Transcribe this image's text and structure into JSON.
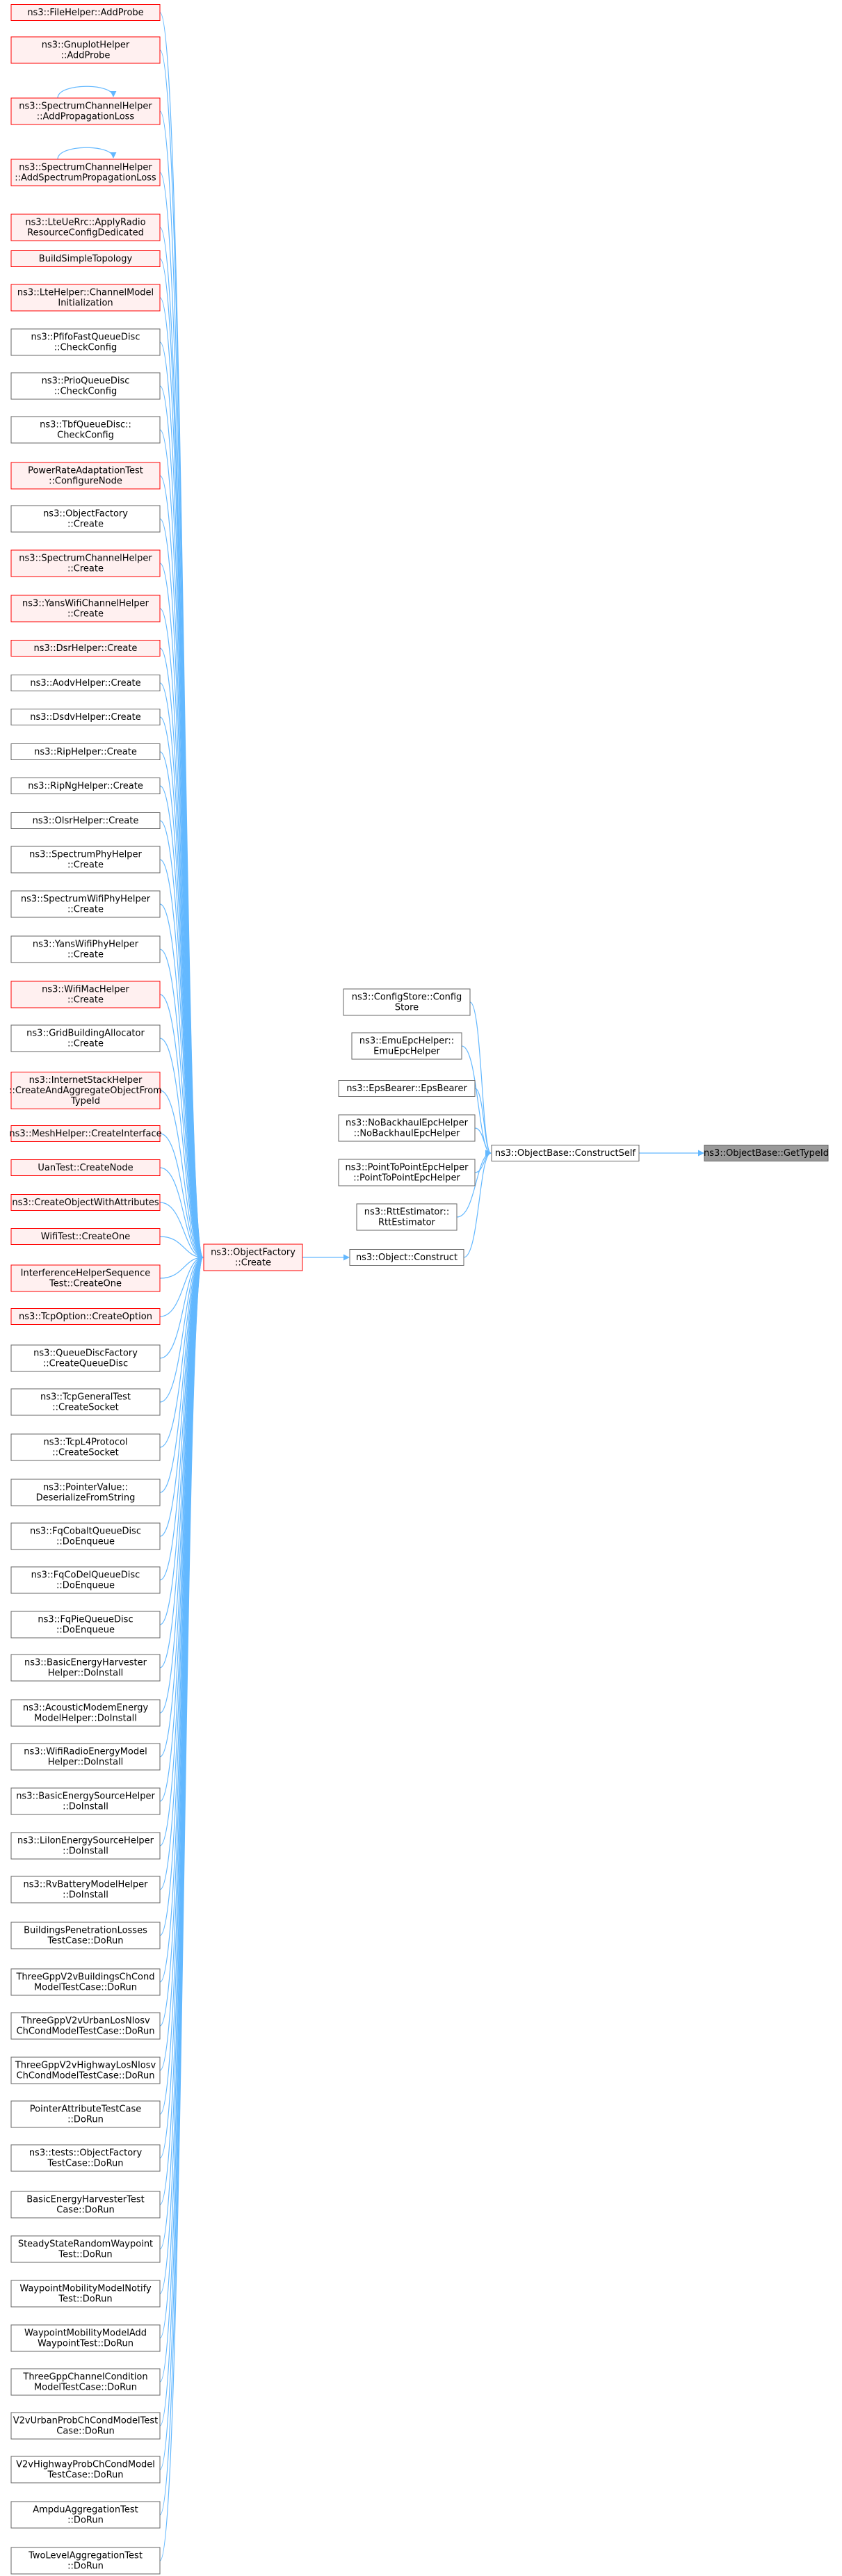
{
  "diagram": {
    "type": "call-graph",
    "colors": {
      "edge": "#63b8ff",
      "node_fill": "#ffffff",
      "node_border": "#666666",
      "truncated_fill": "#fff0f0",
      "truncated_border": "#ff0000",
      "root_fill": "#999999",
      "root_border": "#666666"
    },
    "nodes": [
      {
        "id": "root",
        "lines": [
          "ns3::ObjectBase::GetTypeId"
        ],
        "style": "root"
      },
      {
        "id": "cself",
        "lines": [
          "ns3::ObjectBase::ConstructSelf"
        ],
        "style": "normal"
      },
      {
        "id": "configstore",
        "lines": [
          "ns3::ConfigStore::Config",
          "Store"
        ],
        "style": "normal"
      },
      {
        "id": "emuepc",
        "lines": [
          "ns3::EmuEpcHelper::",
          "EmuEpcHelper"
        ],
        "style": "normal"
      },
      {
        "id": "epsbearer",
        "lines": [
          "ns3::EpsBearer::EpsBearer"
        ],
        "style": "normal"
      },
      {
        "id": "nobackhaul",
        "lines": [
          "ns3::NoBackhaulEpcHelper",
          "::NoBackhaulEpcHelper"
        ],
        "style": "normal"
      },
      {
        "id": "p2pepc",
        "lines": [
          "ns3::PointToPointEpcHelper",
          "::PointToPointEpcHelper"
        ],
        "style": "normal"
      },
      {
        "id": "rtt",
        "lines": [
          "ns3::RttEstimator::",
          "RttEstimator"
        ],
        "style": "normal"
      },
      {
        "id": "objconstruct",
        "lines": [
          "ns3::Object::Construct"
        ],
        "style": "normal"
      },
      {
        "id": "ofcreate",
        "lines": [
          "ns3::ObjectFactory",
          "::Create"
        ],
        "style": "truncated"
      },
      {
        "id": "c0",
        "lines": [
          "ns3::FileHelper::AddProbe"
        ],
        "style": "truncated"
      },
      {
        "id": "c1",
        "lines": [
          "ns3::GnuplotHelper",
          "::AddProbe"
        ],
        "style": "truncated"
      },
      {
        "id": "c2",
        "lines": [
          "ns3::SpectrumChannelHelper",
          "::AddPropagationLoss"
        ],
        "style": "truncated"
      },
      {
        "id": "c3",
        "lines": [
          "ns3::SpectrumChannelHelper",
          "::AddSpectrumPropagationLoss"
        ],
        "style": "truncated"
      },
      {
        "id": "c4",
        "lines": [
          "ns3::LteUeRrc::ApplyRadio",
          "ResourceConfigDedicated"
        ],
        "style": "truncated"
      },
      {
        "id": "c5",
        "lines": [
          "BuildSimpleTopology"
        ],
        "style": "truncated"
      },
      {
        "id": "c6",
        "lines": [
          "ns3::LteHelper::ChannelModel",
          "Initialization"
        ],
        "style": "truncated"
      },
      {
        "id": "c7",
        "lines": [
          "ns3::PfifoFastQueueDisc",
          "::CheckConfig"
        ],
        "style": "normal"
      },
      {
        "id": "c8",
        "lines": [
          "ns3::PrioQueueDisc",
          "::CheckConfig"
        ],
        "style": "normal"
      },
      {
        "id": "c9",
        "lines": [
          "ns3::TbfQueueDisc::",
          "CheckConfig"
        ],
        "style": "normal"
      },
      {
        "id": "c10",
        "lines": [
          "PowerRateAdaptationTest",
          "::ConfigureNode"
        ],
        "style": "truncated"
      },
      {
        "id": "c11",
        "lines": [
          "ns3::ObjectFactory",
          "::Create"
        ],
        "style": "normal"
      },
      {
        "id": "c12",
        "lines": [
          "ns3::SpectrumChannelHelper",
          "::Create"
        ],
        "style": "truncated"
      },
      {
        "id": "c13",
        "lines": [
          "ns3::YansWifiChannelHelper",
          "::Create"
        ],
        "style": "truncated"
      },
      {
        "id": "c14",
        "lines": [
          "ns3::DsrHelper::Create"
        ],
        "style": "truncated"
      },
      {
        "id": "c15",
        "lines": [
          "ns3::AodvHelper::Create"
        ],
        "style": "normal"
      },
      {
        "id": "c16",
        "lines": [
          "ns3::DsdvHelper::Create"
        ],
        "style": "normal"
      },
      {
        "id": "c17",
        "lines": [
          "ns3::RipHelper::Create"
        ],
        "style": "normal"
      },
      {
        "id": "c18",
        "lines": [
          "ns3::RipNgHelper::Create"
        ],
        "style": "normal"
      },
      {
        "id": "c19",
        "lines": [
          "ns3::OlsrHelper::Create"
        ],
        "style": "normal"
      },
      {
        "id": "c20",
        "lines": [
          "ns3::SpectrumPhyHelper",
          "::Create"
        ],
        "style": "normal"
      },
      {
        "id": "c21",
        "lines": [
          "ns3::SpectrumWifiPhyHelper",
          "::Create"
        ],
        "style": "normal"
      },
      {
        "id": "c22",
        "lines": [
          "ns3::YansWifiPhyHelper",
          "::Create"
        ],
        "style": "normal"
      },
      {
        "id": "c23",
        "lines": [
          "ns3::WifiMacHelper",
          "::Create"
        ],
        "style": "truncated"
      },
      {
        "id": "c24",
        "lines": [
          "ns3::GridBuildingAllocator",
          "::Create"
        ],
        "style": "normal"
      },
      {
        "id": "c25",
        "lines": [
          "ns3::InternetStackHelper",
          "::CreateAndAggregateObjectFrom",
          "TypeId"
        ],
        "style": "truncated"
      },
      {
        "id": "c26",
        "lines": [
          "ns3::MeshHelper::CreateInterface"
        ],
        "style": "truncated"
      },
      {
        "id": "c27",
        "lines": [
          "UanTest::CreateNode"
        ],
        "style": "truncated"
      },
      {
        "id": "c28",
        "lines": [
          "ns3::CreateObjectWithAttributes"
        ],
        "style": "truncated"
      },
      {
        "id": "c29",
        "lines": [
          "WifiTest::CreateOne"
        ],
        "style": "truncated"
      },
      {
        "id": "c30",
        "lines": [
          "InterferenceHelperSequence",
          "Test::CreateOne"
        ],
        "style": "truncated"
      },
      {
        "id": "c31",
        "lines": [
          "ns3::TcpOption::CreateOption"
        ],
        "style": "truncated"
      },
      {
        "id": "c32",
        "lines": [
          "ns3::QueueDiscFactory",
          "::CreateQueueDisc"
        ],
        "style": "normal"
      },
      {
        "id": "c33",
        "lines": [
          "ns3::TcpGeneralTest",
          "::CreateSocket"
        ],
        "style": "normal"
      },
      {
        "id": "c34",
        "lines": [
          "ns3::TcpL4Protocol",
          "::CreateSocket"
        ],
        "style": "normal"
      },
      {
        "id": "c35",
        "lines": [
          "ns3::PointerValue::",
          "DeserializeFromString"
        ],
        "style": "normal"
      },
      {
        "id": "c36",
        "lines": [
          "ns3::FqCobaltQueueDisc",
          "::DoEnqueue"
        ],
        "style": "normal"
      },
      {
        "id": "c37",
        "lines": [
          "ns3::FqCoDelQueueDisc",
          "::DoEnqueue"
        ],
        "style": "normal"
      },
      {
        "id": "c38",
        "lines": [
          "ns3::FqPieQueueDisc",
          "::DoEnqueue"
        ],
        "style": "normal"
      },
      {
        "id": "c39",
        "lines": [
          "ns3::BasicEnergyHarvester",
          "Helper::DoInstall"
        ],
        "style": "normal"
      },
      {
        "id": "c40",
        "lines": [
          "ns3::AcousticModemEnergy",
          "ModelHelper::DoInstall"
        ],
        "style": "normal"
      },
      {
        "id": "c41",
        "lines": [
          "ns3::WifiRadioEnergyModel",
          "Helper::DoInstall"
        ],
        "style": "normal"
      },
      {
        "id": "c42",
        "lines": [
          "ns3::BasicEnergySourceHelper",
          "::DoInstall"
        ],
        "style": "normal"
      },
      {
        "id": "c43",
        "lines": [
          "ns3::LiIonEnergySourceHelper",
          "::DoInstall"
        ],
        "style": "normal"
      },
      {
        "id": "c44",
        "lines": [
          "ns3::RvBatteryModelHelper",
          "::DoInstall"
        ],
        "style": "normal"
      },
      {
        "id": "c45",
        "lines": [
          "BuildingsPenetrationLosses",
          "TestCase::DoRun"
        ],
        "style": "normal"
      },
      {
        "id": "c46",
        "lines": [
          "ThreeGppV2vBuildingsChCond",
          "ModelTestCase::DoRun"
        ],
        "style": "normal"
      },
      {
        "id": "c47",
        "lines": [
          "ThreeGppV2vUrbanLosNlosv",
          "ChCondModelTestCase::DoRun"
        ],
        "style": "normal"
      },
      {
        "id": "c48",
        "lines": [
          "ThreeGppV2vHighwayLosNlosv",
          "ChCondModelTestCase::DoRun"
        ],
        "style": "normal"
      },
      {
        "id": "c49",
        "lines": [
          "PointerAttributeTestCase",
          "::DoRun"
        ],
        "style": "normal"
      },
      {
        "id": "c50",
        "lines": [
          "ns3::tests::ObjectFactory",
          "TestCase::DoRun"
        ],
        "style": "normal"
      },
      {
        "id": "c51",
        "lines": [
          "BasicEnergyHarvesterTest",
          "Case::DoRun"
        ],
        "style": "normal"
      },
      {
        "id": "c52",
        "lines": [
          "SteadyStateRandomWaypoint",
          "Test::DoRun"
        ],
        "style": "normal"
      },
      {
        "id": "c53",
        "lines": [
          "WaypointMobilityModelNotify",
          "Test::DoRun"
        ],
        "style": "normal"
      },
      {
        "id": "c54",
        "lines": [
          "WaypointMobilityModelAdd",
          "WaypointTest::DoRun"
        ],
        "style": "normal"
      },
      {
        "id": "c55",
        "lines": [
          "ThreeGppChannelCondition",
          "ModelTestCase::DoRun"
        ],
        "style": "normal"
      },
      {
        "id": "c56",
        "lines": [
          "V2vUrbanProbChCondModelTest",
          "Case::DoRun"
        ],
        "style": "normal"
      },
      {
        "id": "c57",
        "lines": [
          "V2vHighwayProbChCondModel",
          "TestCase::DoRun"
        ],
        "style": "normal"
      },
      {
        "id": "c58",
        "lines": [
          "AmpduAggregationTest",
          "::DoRun"
        ],
        "style": "normal"
      },
      {
        "id": "c59",
        "lines": [
          "TwoLevelAggregationTest",
          "::DoRun"
        ],
        "style": "normal"
      }
    ],
    "edges": [
      [
        "cself",
        "root"
      ],
      [
        "configstore",
        "cself"
      ],
      [
        "emuepc",
        "cself"
      ],
      [
        "epsbearer",
        "cself"
      ],
      [
        "nobackhaul",
        "cself"
      ],
      [
        "p2pepc",
        "cself"
      ],
      [
        "rtt",
        "cself"
      ],
      [
        "objconstruct",
        "cself"
      ],
      [
        "ofcreate",
        "objconstruct"
      ],
      [
        "c0",
        "ofcreate"
      ],
      [
        "c1",
        "ofcreate"
      ],
      [
        "c2",
        "ofcreate"
      ],
      [
        "c3",
        "ofcreate"
      ],
      [
        "c4",
        "ofcreate"
      ],
      [
        "c5",
        "ofcreate"
      ],
      [
        "c6",
        "ofcreate"
      ],
      [
        "c7",
        "ofcreate"
      ],
      [
        "c8",
        "ofcreate"
      ],
      [
        "c9",
        "ofcreate"
      ],
      [
        "c10",
        "ofcreate"
      ],
      [
        "c11",
        "ofcreate"
      ],
      [
        "c12",
        "ofcreate"
      ],
      [
        "c13",
        "ofcreate"
      ],
      [
        "c14",
        "ofcreate"
      ],
      [
        "c15",
        "ofcreate"
      ],
      [
        "c16",
        "ofcreate"
      ],
      [
        "c17",
        "ofcreate"
      ],
      [
        "c18",
        "ofcreate"
      ],
      [
        "c19",
        "ofcreate"
      ],
      [
        "c20",
        "ofcreate"
      ],
      [
        "c21",
        "ofcreate"
      ],
      [
        "c22",
        "ofcreate"
      ],
      [
        "c23",
        "ofcreate"
      ],
      [
        "c24",
        "ofcreate"
      ],
      [
        "c25",
        "ofcreate"
      ],
      [
        "c26",
        "ofcreate"
      ],
      [
        "c27",
        "ofcreate"
      ],
      [
        "c28",
        "ofcreate"
      ],
      [
        "c29",
        "ofcreate"
      ],
      [
        "c30",
        "ofcreate"
      ],
      [
        "c31",
        "ofcreate"
      ],
      [
        "c32",
        "ofcreate"
      ],
      [
        "c33",
        "ofcreate"
      ],
      [
        "c34",
        "ofcreate"
      ],
      [
        "c35",
        "ofcreate"
      ],
      [
        "c36",
        "ofcreate"
      ],
      [
        "c37",
        "ofcreate"
      ],
      [
        "c38",
        "ofcreate"
      ],
      [
        "c39",
        "ofcreate"
      ],
      [
        "c40",
        "ofcreate"
      ],
      [
        "c41",
        "ofcreate"
      ],
      [
        "c42",
        "ofcreate"
      ],
      [
        "c43",
        "ofcreate"
      ],
      [
        "c44",
        "ofcreate"
      ],
      [
        "c45",
        "ofcreate"
      ],
      [
        "c46",
        "ofcreate"
      ],
      [
        "c47",
        "ofcreate"
      ],
      [
        "c48",
        "ofcreate"
      ],
      [
        "c49",
        "ofcreate"
      ],
      [
        "c50",
        "ofcreate"
      ],
      [
        "c51",
        "ofcreate"
      ],
      [
        "c52",
        "ofcreate"
      ],
      [
        "c53",
        "ofcreate"
      ],
      [
        "c54",
        "ofcreate"
      ],
      [
        "c55",
        "ofcreate"
      ],
      [
        "c56",
        "ofcreate"
      ],
      [
        "c57",
        "ofcreate"
      ],
      [
        "c58",
        "ofcreate"
      ],
      [
        "c59",
        "ofcreate"
      ]
    ],
    "self_loops": [
      "c2",
      "c3"
    ]
  }
}
